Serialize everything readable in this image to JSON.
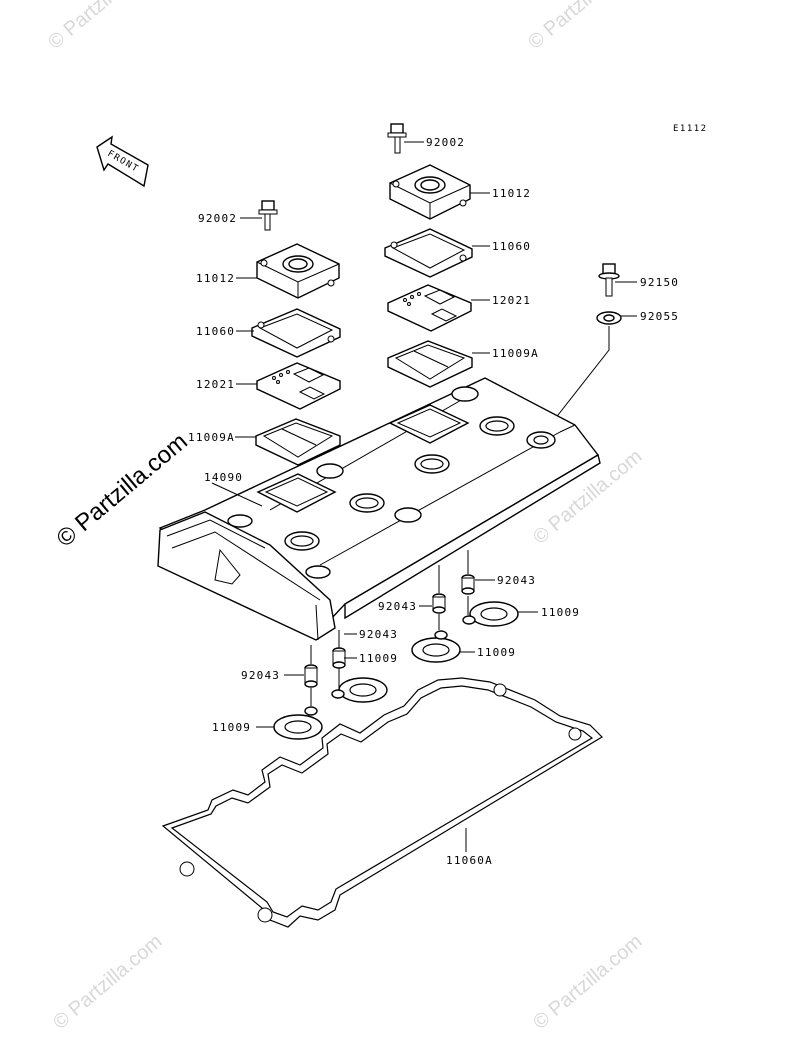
{
  "diagram_code": "E1112",
  "front_label": "FRONT",
  "watermark": "© Partzilla.com",
  "labels": {
    "p92002_right": "92002",
    "p11012_right": "11012",
    "p11060_right": "11060",
    "p12021_right": "12021",
    "p11009A_right": "11009A",
    "p92150": "92150",
    "p92055": "92055",
    "p92002_left": "92002",
    "p11012_left": "11012",
    "p11060_left": "11060",
    "p12021_left": "12021",
    "p11009A_left": "11009A",
    "p14090": "14090",
    "p92043_a": "92043",
    "p11009_a": "11009",
    "p92043_b": "92043",
    "p11009_b": "11009",
    "p92043_c": "92043",
    "p11009_c": "11009",
    "p92043_d": "92043",
    "p11009_d": "11009",
    "p11060A": "11060A"
  }
}
